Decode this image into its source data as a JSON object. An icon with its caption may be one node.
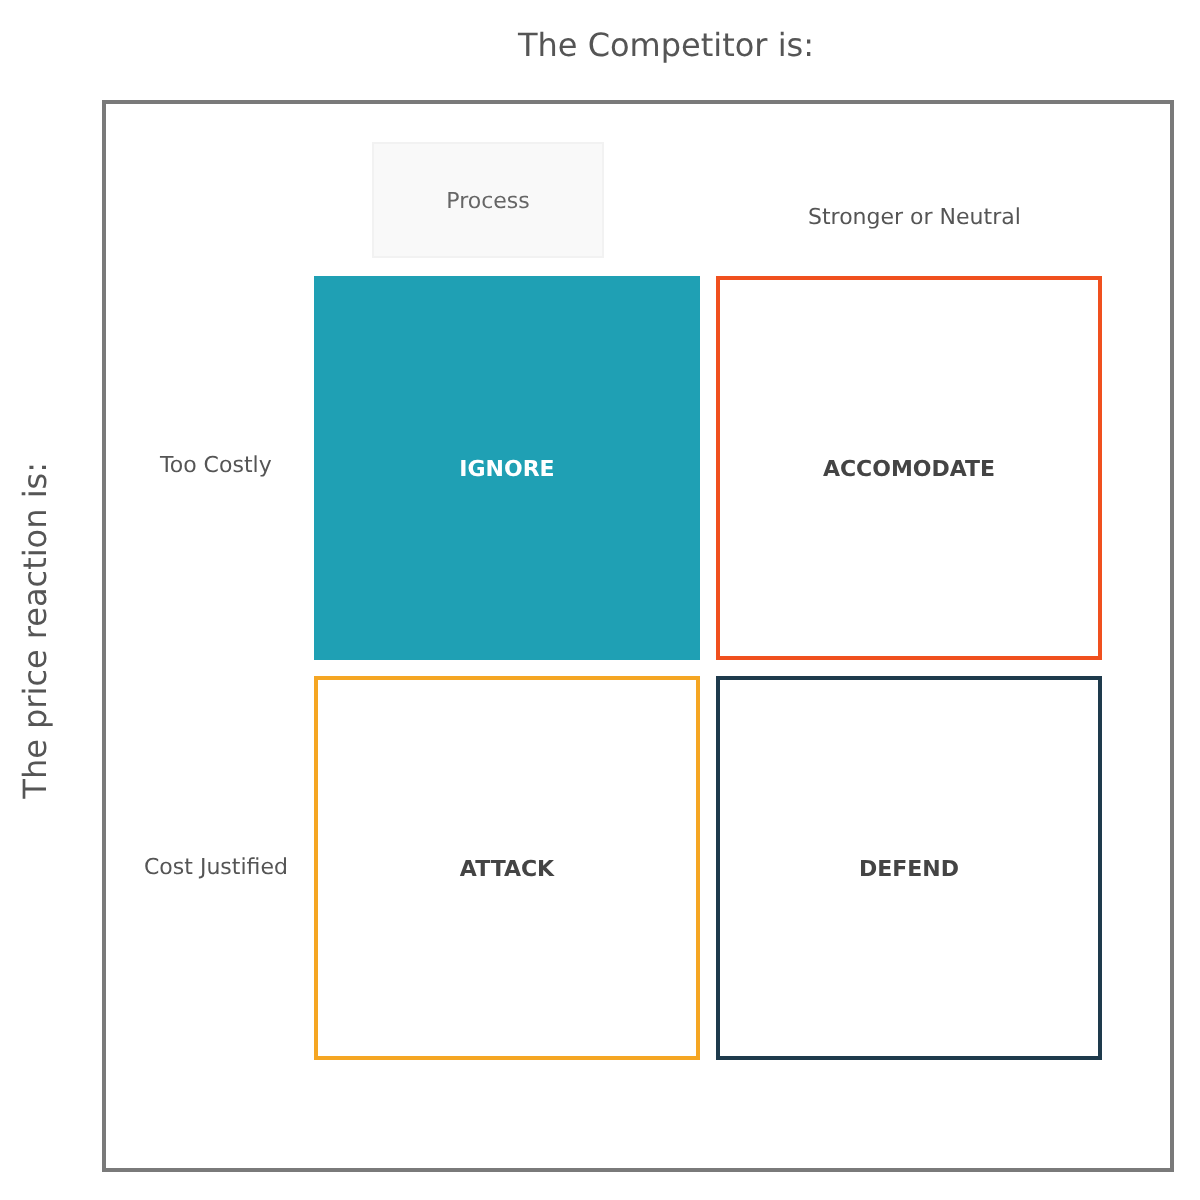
{
  "diagram": {
    "title": "The Competitor is:",
    "nodes": [
      {
        "text": [],
        "shape": "box"
      },
      {
        "text": [
          "Process"
        ],
        "in": 0
      },
      {
        "text": [
          "IGNORE"
        ],
        "in": 0
      },
      {
        "text": [
          "ACCOMODATE"
        ],
        "in": 0
      },
      {
        "text": [
          "ATTACK"
        ],
        "in": 0
      },
      {
        "text": [
          "DEFEND"
        ],
        "in": 0
      }
    ],
    "edges": [],
    "labels": [
      "The price reaction is:",
      "Stronger or Neutral",
      "Too Costly",
      "Cost Justified"
    ]
  }
}
